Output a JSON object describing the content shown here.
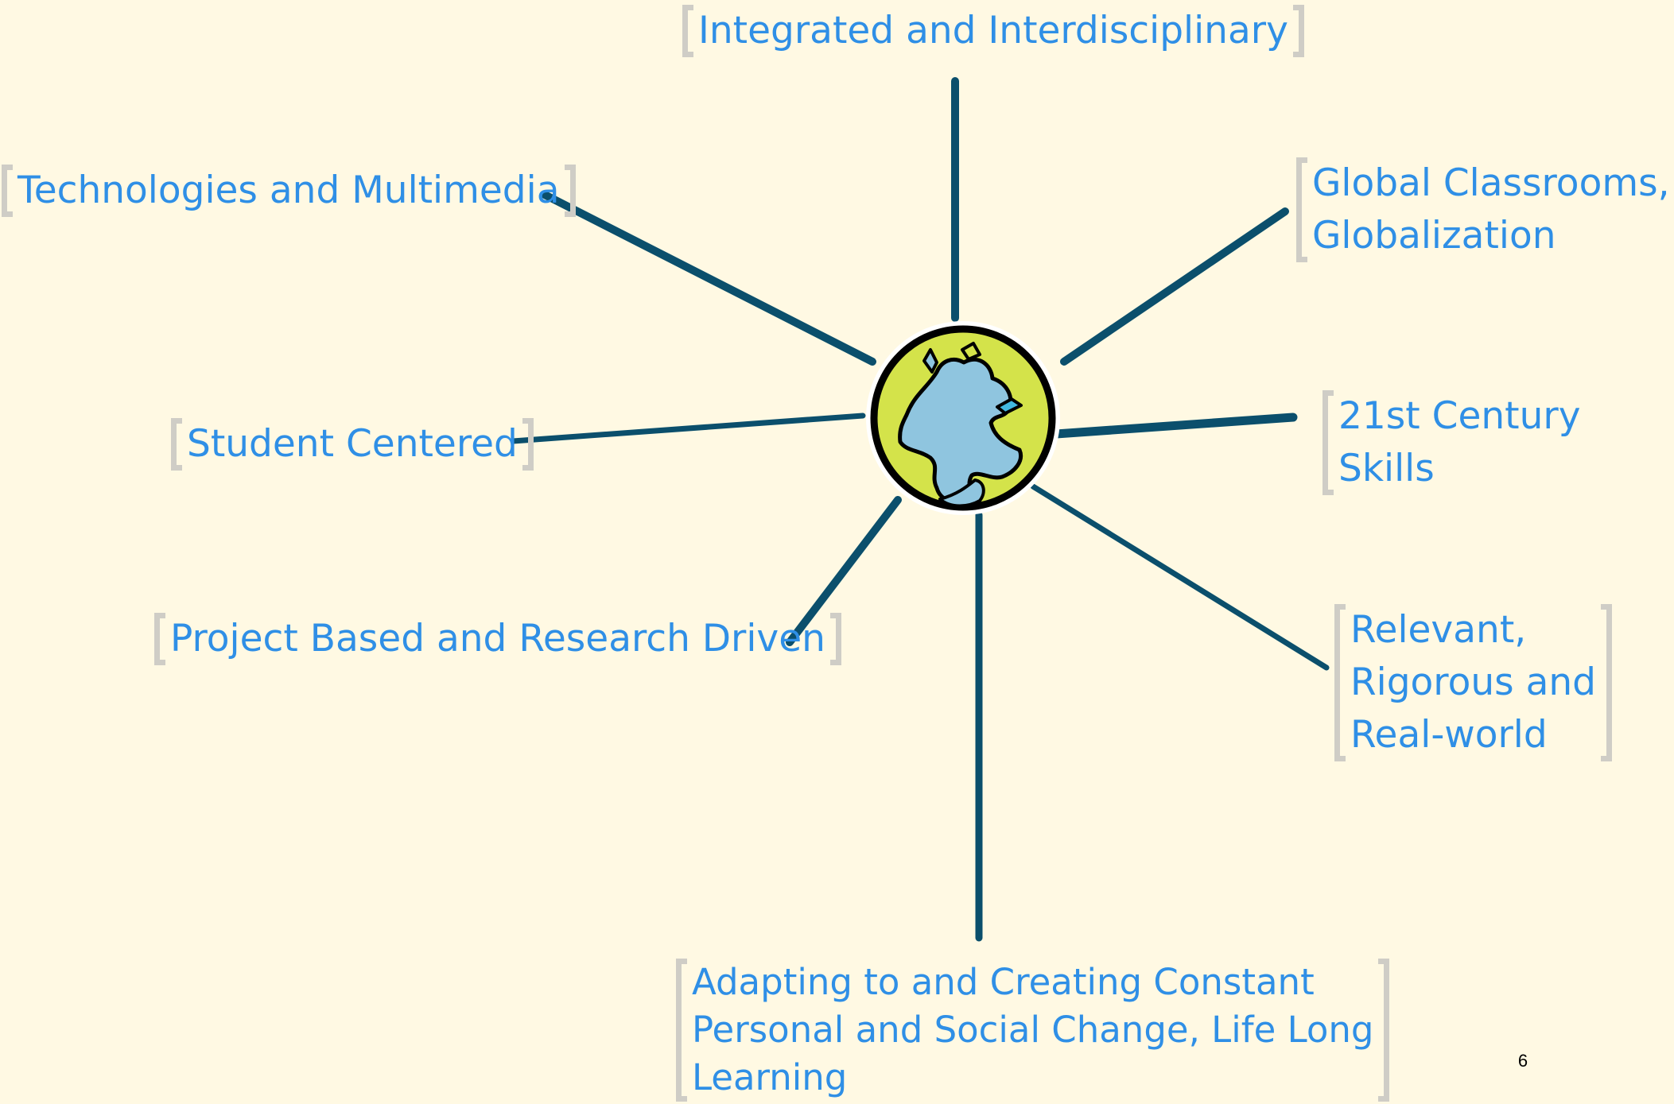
{
  "diagram": {
    "center_icon": "globe-icon",
    "nodes": [
      {
        "id": "integrated",
        "label": "Integrated and Interdisciplinary"
      },
      {
        "id": "technologies",
        "label": "Technologies and Multimedia"
      },
      {
        "id": "global",
        "label": "Global Classrooms,\nGlobalization"
      },
      {
        "id": "student",
        "label": "Student Centered"
      },
      {
        "id": "skills",
        "label": "21st Century Skills"
      },
      {
        "id": "project",
        "label": "Project Based and Research Driven"
      },
      {
        "id": "relevant",
        "label": "Relevant,\nRigorous and\nReal-world"
      },
      {
        "id": "adapting",
        "label": "Adapting to and Creating Constant\nPersonal and Social Change, Life Long\nLearning"
      }
    ]
  },
  "page_number": "6",
  "colors": {
    "background": "#FFF9E3",
    "connector": "#0B4F6C",
    "label_text": "#2F8FE6",
    "bracket": "#CFCDC6",
    "globe_land": "#D4E34A",
    "globe_water": "#8FC5DF"
  }
}
